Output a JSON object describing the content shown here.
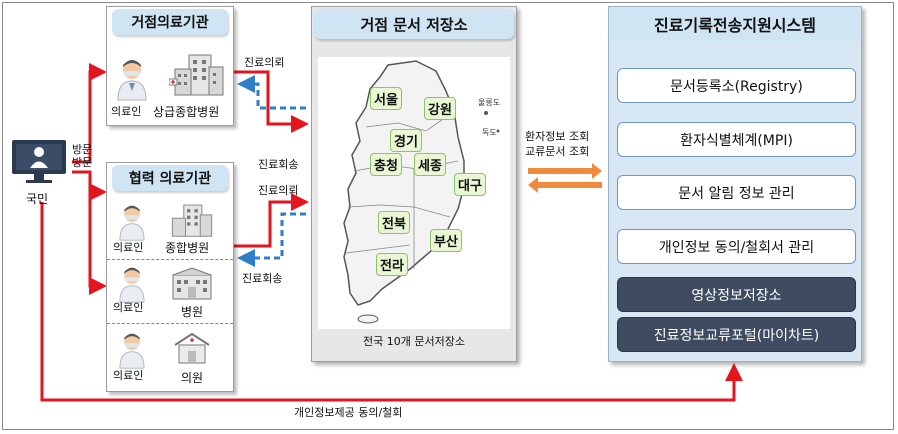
{
  "citizen": {
    "label": "국민",
    "visit_label_1": "방문",
    "visit_label_2": "방문"
  },
  "base_institution": {
    "title": "거점의료기관",
    "doctor_label": "의료인",
    "hospital_label": "상급종합병원"
  },
  "partner_institution": {
    "title": "협력 의료기관",
    "rows": [
      {
        "doctor_label": "의료인",
        "facility_label": "종합병원"
      },
      {
        "doctor_label": "의료인",
        "facility_label": "병원"
      },
      {
        "doctor_label": "의료인",
        "facility_label": "의원"
      }
    ]
  },
  "flows": {
    "referral_top": "진료의뢰",
    "return_mid": "진료회송",
    "referral_mid": "진료의뢰",
    "return_bottom": "진료회송",
    "patient_query_1": "환자정보 조회",
    "patient_query_2": "교류문서 조회",
    "consent": "개인정보제공 동의/철회"
  },
  "storage": {
    "title": "거점 문서 저장소",
    "caption": "전국 10개 문서저장소",
    "islands": [
      "울릉도",
      "독도"
    ],
    "regions": [
      "서울",
      "강원",
      "경기",
      "충청",
      "세종",
      "대구",
      "전북",
      "부산",
      "전라"
    ]
  },
  "system": {
    "title": "진료기록전송지원시스템",
    "items": [
      {
        "label": "문서등록소(Registry)",
        "style": "light"
      },
      {
        "label": "환자식별체계(MPI)",
        "style": "light"
      },
      {
        "label": "문서 알림 정보 관리",
        "style": "light"
      },
      {
        "label": "개인정보 동의/철회서 관리",
        "style": "light"
      },
      {
        "label": "영상정보저장소",
        "style": "dark"
      },
      {
        "label": "진료정보교류포털(마이차트)",
        "style": "dark"
      }
    ]
  },
  "colors": {
    "arrow_red": "#e3161f",
    "arrow_blue": "#2f7fc6",
    "arrow_orange": "#f08a3c",
    "header_blue": "#cfe5f3",
    "panel_blue": "#d7e7f4",
    "dark_item": "#3e4b61"
  }
}
